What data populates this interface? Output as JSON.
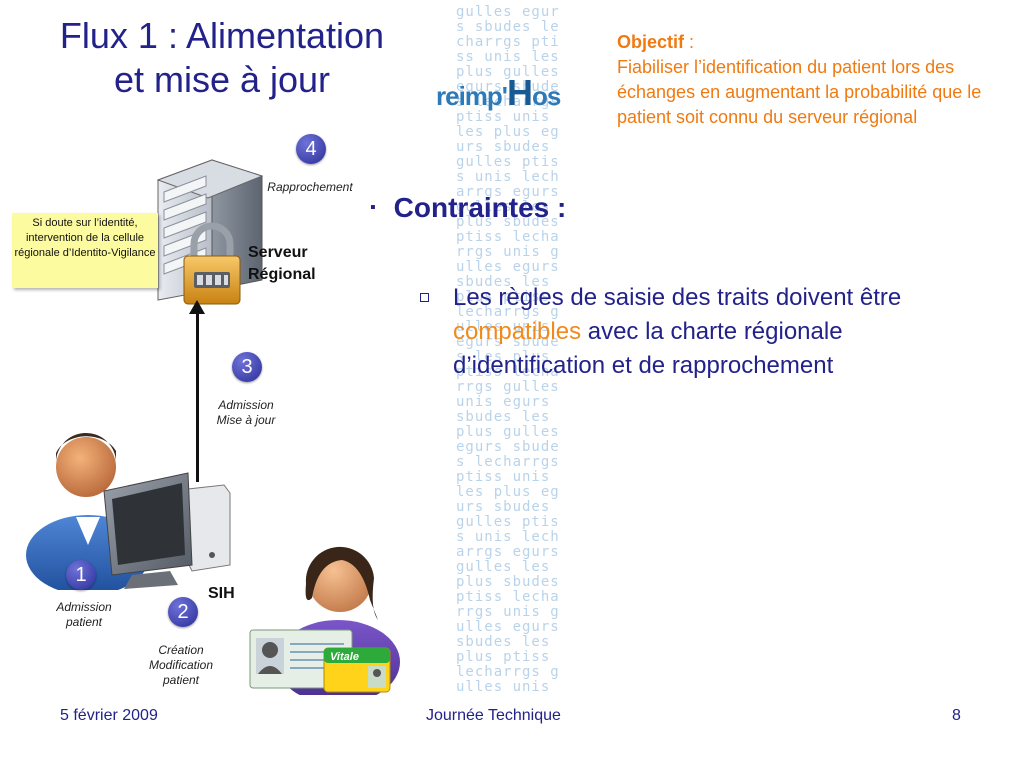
{
  "title": {
    "line1": "Flux 1 : Alimentation",
    "line2": "et mise à jour"
  },
  "logo": {
    "text_pre": "reimp'",
    "text_ho": "H",
    "text_post": "os"
  },
  "watermark_text": "gulles egurs sbudes lecharrgs ptiss unis les plus gulles egurs sbudes lecharrgs ptiss unis les plus egurs sbudes gulles ptiss unis lecharrgs egurs gulles les plus sbudes ptiss lecharrgs unis gulles egurs sbudes les plus ptiss lecharrgs gulles unis egurs sbudes les plus ptiss lecharrgs gulles unis egurs sbudes les plus gulles egurs sbudes lecharrgs ptiss unis les plus egurs sbudes gulles ptiss unis lecharrgs egurs gulles les plus sbudes ptiss lecharrgs unis gulles egurs sbudes les plus ptiss lecharrgs gulles unis egurs sbudes les plus",
  "objectif": {
    "label": "Objectif",
    "sep": " :",
    "text": "Fiabiliser l’identification du patient lors des échanges en augmentant la probabilité que le patient soit connu du serveur régional"
  },
  "contraintes": {
    "bullet": "▪",
    "heading": "Contraintes :",
    "rule_pre": "Les règles de saisie des traits doivent être ",
    "rule_highlight": "compatibles",
    "rule_post": " avec la charte régionale d’identification et de rapprochement"
  },
  "diagram": {
    "step4": "4",
    "step4_caption": "Rapprochement",
    "note": "Si doute sur l’identité, intervention de la cellule régionale d’Identito-Vigilance",
    "server_label_1": "Serveur",
    "server_label_2": "Régional",
    "step3": "3",
    "step3_caption_1": "Admission",
    "step3_caption_2": "Mise à jour",
    "step1": "1",
    "step1_caption_1": "Admission",
    "step1_caption_2": "patient",
    "sih_label": "SIH",
    "step2": "2",
    "step2_caption_1": "Création",
    "step2_caption_2": "Modification",
    "step2_caption_3": "patient",
    "card_label": "Vitale"
  },
  "footer": {
    "date": "5 février 2009",
    "event": "Journée Technique",
    "page": "8"
  },
  "colors": {
    "title_blue": "#22228a",
    "objectif_orange": "#f07a10",
    "highlight_orange": "#f08a1a",
    "badge_blue": "#2a2d97",
    "note_yellow": "#fdfba0"
  }
}
